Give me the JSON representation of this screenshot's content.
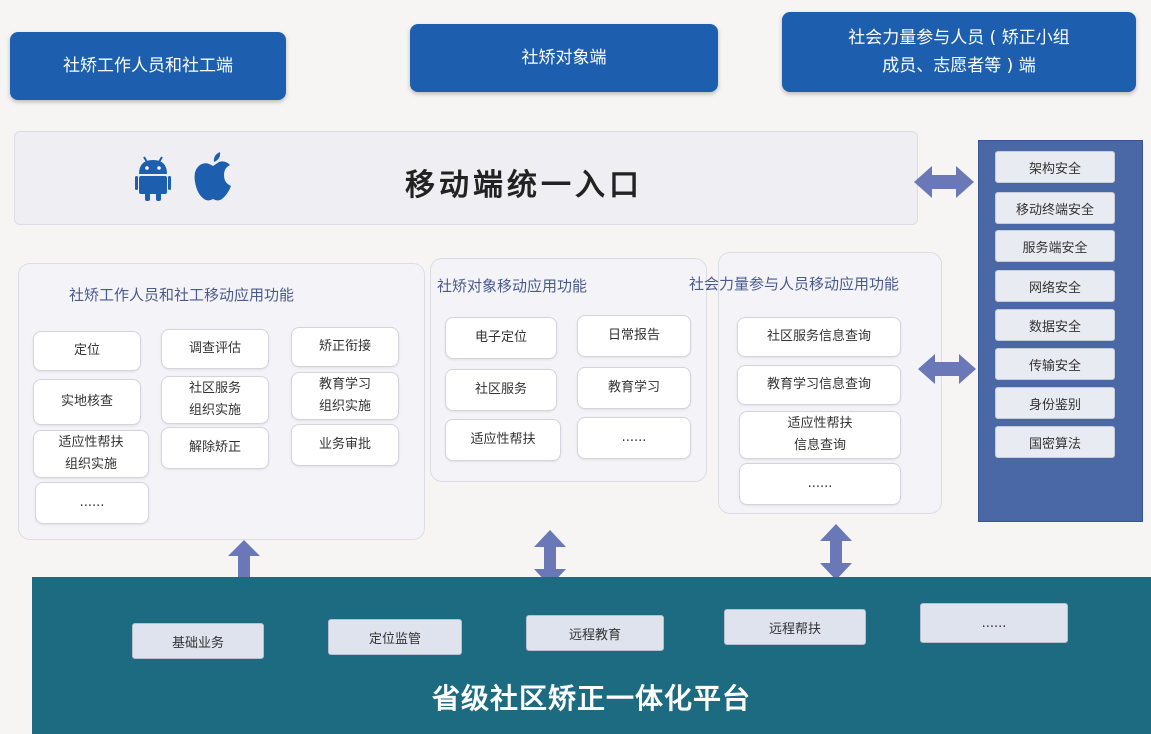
{
  "top_boxes": {
    "staff": "社矫工作人员和社工端",
    "subject": "社矫对象端",
    "social_line1": "社会力量参与人员 ( 矫正小组",
    "social_line2": "成员、志愿者等 ) 端"
  },
  "entry": {
    "title": "移动端统一入口"
  },
  "staff_panel": {
    "title": "社矫工作人员和社工移动应用功能",
    "items": [
      "定位",
      "调查评估",
      "矫正衔接",
      "实地核查",
      "社区服务\n组织实施",
      "教育学习\n组织实施",
      "适应性帮扶\n组织实施",
      "解除矫正",
      "业务审批",
      "......"
    ]
  },
  "subject_panel": {
    "title": "社矫对象移动应用功能",
    "items": [
      "电子定位",
      "日常报告",
      "社区服务",
      "教育学习",
      "适应性帮扶",
      "......"
    ]
  },
  "social_panel": {
    "title": "社会力量参与人员移动应用功能",
    "items": [
      "社区服务信息查询",
      "教育学习信息查询",
      "适应性帮扶\n信息查询",
      "......"
    ]
  },
  "security": {
    "items": [
      "架构安全",
      "移动终端安全",
      "服务端安全",
      "网络安全",
      "数据安全",
      "传输安全",
      "身份鉴别",
      "国密算法"
    ]
  },
  "platform": {
    "items": [
      "基础业务",
      "定位监管",
      "远程教育",
      "远程帮扶",
      "......"
    ],
    "title": "省级社区矫正一体化平台"
  },
  "colors": {
    "top_box": "#1d5fae",
    "security_column": "#4a68a6",
    "platform": "#1c6b80",
    "arrow": "#6a78b8"
  }
}
